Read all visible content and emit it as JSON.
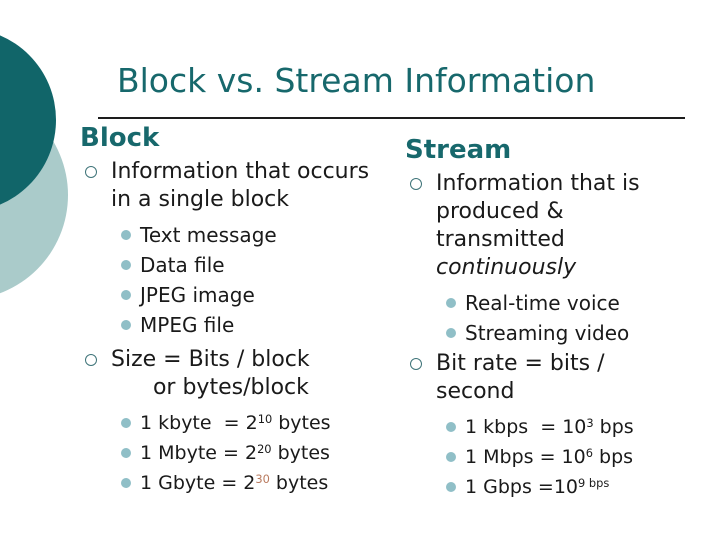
{
  "slide": {
    "title": "Block vs. Stream Information",
    "columns": [
      {
        "name": "block",
        "heading": "Block",
        "items": [
          {
            "kind": "bullet1",
            "segments": [
              {
                "t": "Information that occurs"
              },
              {
                "br": true
              },
              {
                "t": "in a single block"
              }
            ]
          },
          {
            "kind": "bullet2",
            "segments": [
              {
                "t": "Text message"
              }
            ]
          },
          {
            "kind": "bullet2",
            "segments": [
              {
                "t": "Data file"
              }
            ]
          },
          {
            "kind": "bullet2",
            "segments": [
              {
                "t": "JPEG image"
              }
            ]
          },
          {
            "kind": "bullet2",
            "segments": [
              {
                "t": "MPEG file"
              }
            ]
          },
          {
            "kind": "bullet1",
            "segments": [
              {
                "t": "Size = Bits / block"
              },
              {
                "br": true
              },
              {
                "t": "      or bytes/block"
              }
            ]
          },
          {
            "kind": "bullet2",
            "cls": "num",
            "segments": [
              {
                "t": "1 kbyte  = 2"
              },
              {
                "t": "10",
                "sup": true
              },
              {
                "t": " bytes"
              }
            ]
          },
          {
            "kind": "bullet2",
            "cls": "num",
            "segments": [
              {
                "t": "1 Mbyte = 2"
              },
              {
                "t": "20",
                "sup": true
              },
              {
                "t": " bytes"
              }
            ]
          },
          {
            "kind": "bullet2",
            "cls": "num",
            "segments": [
              {
                "t": "1 Gbyte = 2"
              },
              {
                "t": "30",
                "sup": true,
                "color": "#b97a5e"
              },
              {
                "t": " bytes"
              }
            ]
          }
        ]
      },
      {
        "name": "stream",
        "heading": "Stream",
        "items": [
          {
            "kind": "bullet1",
            "segments": [
              {
                "t": "Information that is"
              },
              {
                "br": true
              },
              {
                "t": "produced &"
              },
              {
                "br": true
              },
              {
                "t": "transmitted"
              },
              {
                "br": true
              },
              {
                "t": "continuously",
                "italic": true
              }
            ]
          },
          {
            "kind": "bullet2",
            "segments": [
              {
                "t": "Real-time voice"
              }
            ]
          },
          {
            "kind": "bullet2",
            "segments": [
              {
                "t": "Streaming video"
              }
            ]
          },
          {
            "kind": "bullet1",
            "segments": [
              {
                "t": "Bit rate = bits /"
              },
              {
                "br": true
              },
              {
                "t": "second"
              }
            ]
          },
          {
            "kind": "bullet2",
            "cls": "num",
            "segments": [
              {
                "t": "1 kbps  = 10"
              },
              {
                "t": "3",
                "sup": true
              },
              {
                "t": " bps"
              }
            ]
          },
          {
            "kind": "bullet2",
            "cls": "num",
            "segments": [
              {
                "t": "1 Mbps = 10"
              },
              {
                "t": "6",
                "sup": true
              },
              {
                "t": " bps"
              }
            ]
          },
          {
            "kind": "bullet2",
            "cls": "num",
            "segments": [
              {
                "t": "1 Gbps =10"
              },
              {
                "t": "9",
                "sup": true
              },
              {
                "t": " bps",
                "sup": true
              }
            ]
          }
        ]
      }
    ]
  },
  "theme": {
    "dark_teal": "#116569",
    "light_teal": "#aacbca",
    "title_teal": "#17686c",
    "bullet_ring": "#3f7479",
    "bullet_dot": "#90bfc7",
    "superscript_accent": "#b97a5e",
    "divider": "#1d1d1d",
    "background": "#ffffff"
  }
}
